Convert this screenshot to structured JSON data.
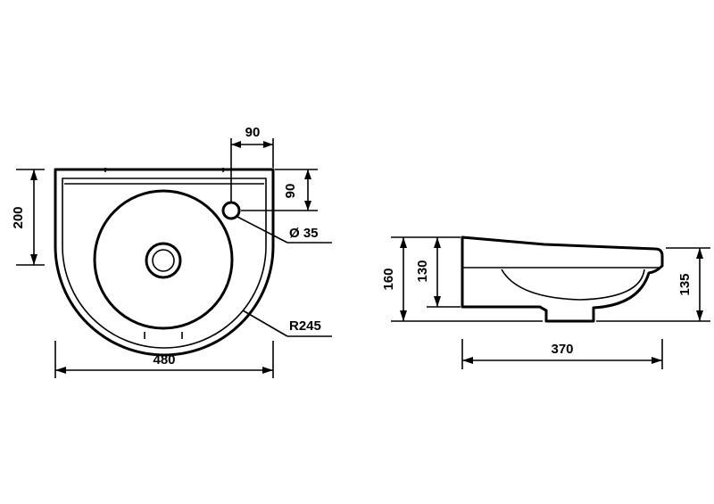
{
  "dimensions": {
    "top_width": "480",
    "top_depth": "200",
    "tap_hole_offset_x": "90",
    "tap_hole_offset_y": "90",
    "tap_hole_diameter": "Ø 35",
    "front_radius": "R245",
    "side_depth": "370",
    "side_height_total": "160",
    "side_height_inner": "130",
    "side_height_right": "135"
  },
  "colors": {
    "line": "#000000",
    "background": "#ffffff"
  }
}
